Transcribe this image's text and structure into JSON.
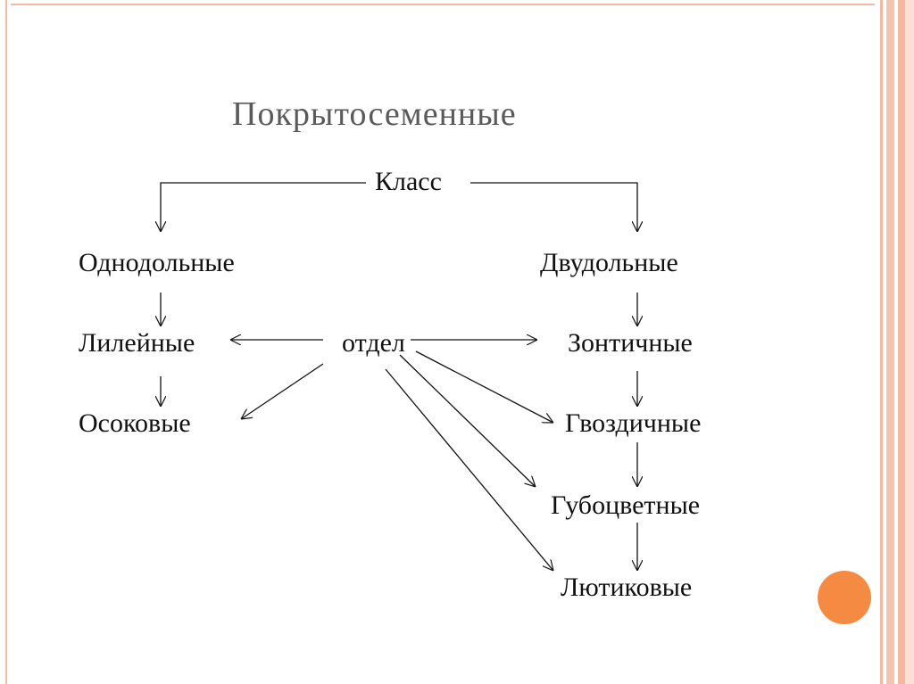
{
  "title": "Покрытосеменные",
  "nodes": {
    "class": "Класс",
    "monocots": "Однодольные",
    "dicots": "Двудольные",
    "liliaceae": "Лилейные",
    "department": "отдел",
    "umbelliferae": "Зонтичные",
    "sedges": "Осоковые",
    "carnations": "Гвоздичные",
    "lamiaceae": "Губоцветные",
    "buttercups": "Лютиковые"
  },
  "colors": {
    "accent_dot": "#f58a42",
    "border_stripes": "#f4b7a1",
    "title_text": "#5a5a5a"
  }
}
